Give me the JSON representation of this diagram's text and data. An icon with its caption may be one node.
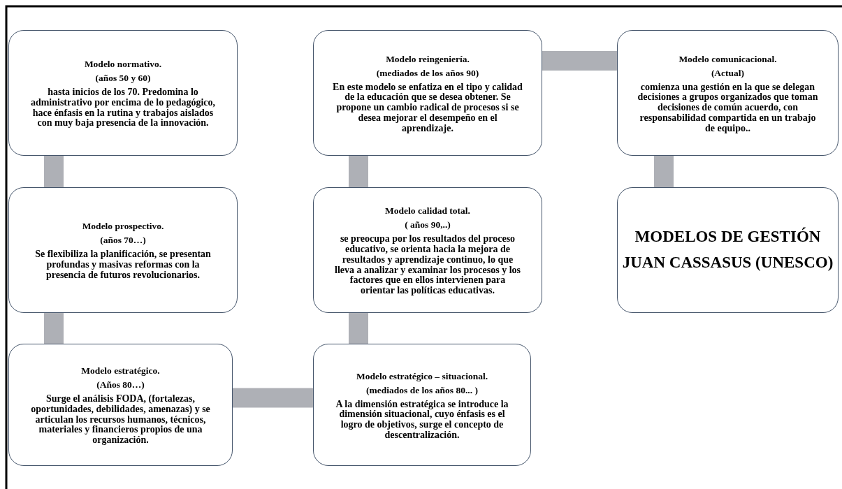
{
  "diagram": {
    "nodes": [
      {
        "text": [
          "Modelo normativo.",
          "(años 50 y 60)",
          "hasta inicios de los 70. Predomina lo administrativo por encima de lo pedagógico, hace énfasis en la rutina y trabajos aislados con muy baja presencia de la innovación."
        ]
      },
      {
        "text": [
          "Modelo prospectivo.",
          "(años 70…)",
          "Se flexibiliza la planificación, se presentan profundas y masivas reformas con la presencia de futuros revolucionarios."
        ]
      },
      {
        "text": [
          "Modelo estratégico.",
          "(Años 80…)",
          "Surge el análisis FODA, (fortalezas, oportunidades, debilidades, amenazas) y se articulan los recursos humanos, técnicos, materiales y financieros propios de una organización."
        ]
      },
      {
        "text": [
          "Modelo estratégico – situacional.",
          "(mediados de los años 80... )",
          "A la dimensión estratégica se introduce la dimensión situacional, cuyo énfasis es el logro de objetivos, surge el concepto de descentralización."
        ]
      },
      {
        "text": [
          "Modelo calidad total.",
          "( años 90,..)",
          "se preocupa por los resultados del proceso educativo, se orienta hacia la mejora de resultados y aprendizaje continuo, lo que lleva a analizar y examinar los procesos y los factores que en ellos intervienen para orientar las políticas educativas."
        ]
      },
      {
        "text": [
          "Modelo reingeniería.",
          "(mediados de los años 90)",
          "En este modelo se enfatiza en el tipo y calidad de la educación que se desea obtener. Se propone un cambio radical de procesos si se desea mejorar el desempeño en el aprendizaje."
        ]
      },
      {
        "text": [
          "Modelo comunicacional.",
          "(Actual)",
          "comienza una gestión en la que se delegan decisiones a grupos organizados que toman decisiones de común acuerdo, con responsabilidad compartida en un trabajo de equipo.."
        ]
      },
      {
        "text": [
          "MODELOS DE GESTIÓN JUAN CASSASUS (UNESCO)"
        ]
      }
    ],
    "edges": [
      {
        "from": 0,
        "to": 1,
        "arrow": "none"
      },
      {
        "from": 1,
        "to": 2,
        "arrow": "none"
      },
      {
        "from": 2,
        "to": 3,
        "arrow": "none"
      },
      {
        "from": 3,
        "to": 4,
        "arrow": "none"
      },
      {
        "from": 4,
        "to": 5,
        "arrow": "none"
      },
      {
        "from": 5,
        "to": 6,
        "arrow": "none"
      },
      {
        "from": 6,
        "to": 7,
        "arrow": "none"
      }
    ]
  }
}
